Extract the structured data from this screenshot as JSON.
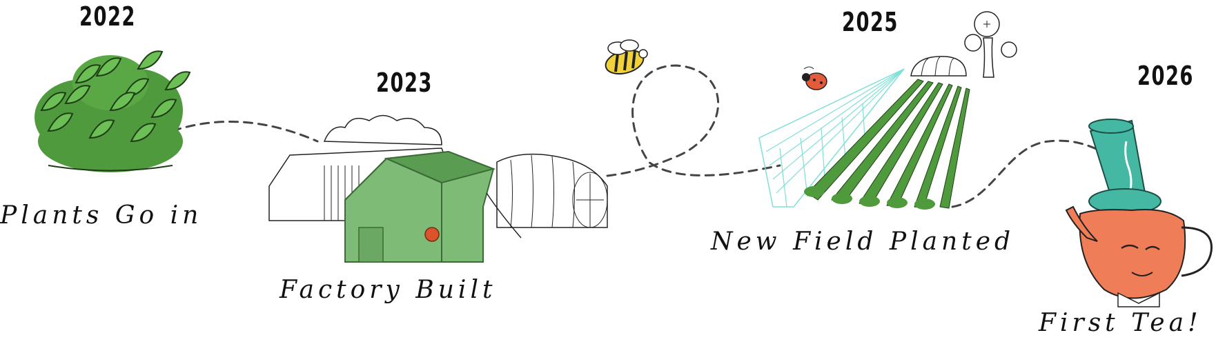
{
  "timeline": {
    "milestones": [
      {
        "year": "2022",
        "caption": "Plants Go in",
        "illustration": "tea-bush-icon"
      },
      {
        "year": "2023",
        "caption": "Factory Built",
        "illustration": "factory-icon"
      },
      {
        "year": "2025",
        "caption": "New Field Planted",
        "illustration": "field-icon"
      },
      {
        "year": "2026",
        "caption": "First Tea!",
        "illustration": "teapot-icon"
      }
    ],
    "decorations": [
      "bee-icon",
      "ladybug-icon",
      "tree-icon",
      "greenhouse-icon"
    ]
  },
  "colors": {
    "ink": "#111111",
    "leaf_green": "#4f9a3c",
    "factory_green": "#7dbb76",
    "net_teal": "#7fe0d6",
    "teapot_orange": "#ef7d57",
    "hat_teal": "#45b8a4",
    "bee_yellow": "#f2d23a"
  }
}
